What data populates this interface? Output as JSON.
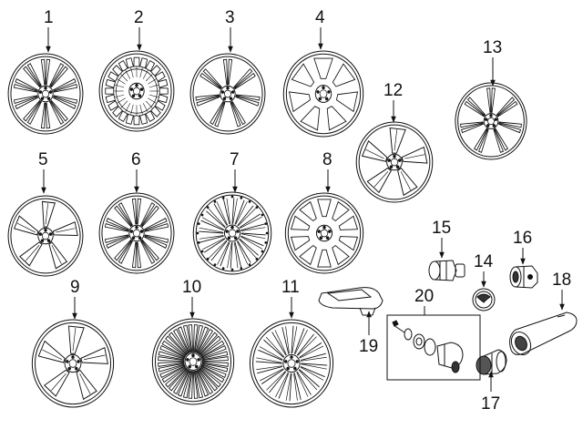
{
  "diagram": {
    "items": [
      {
        "label": "1",
        "part": "wheel"
      },
      {
        "label": "2",
        "part": "wheel"
      },
      {
        "label": "3",
        "part": "wheel"
      },
      {
        "label": "4",
        "part": "wheel"
      },
      {
        "label": "5",
        "part": "wheel"
      },
      {
        "label": "6",
        "part": "wheel"
      },
      {
        "label": "7",
        "part": "wheel"
      },
      {
        "label": "8",
        "part": "wheel"
      },
      {
        "label": "9",
        "part": "wheel"
      },
      {
        "label": "10",
        "part": "wheel"
      },
      {
        "label": "11",
        "part": "wheel"
      },
      {
        "label": "12",
        "part": "wheel"
      },
      {
        "label": "13",
        "part": "wheel"
      },
      {
        "label": "14",
        "part": "center-cap"
      },
      {
        "label": "15",
        "part": "lug-nut"
      },
      {
        "label": "16",
        "part": "lock-nut"
      },
      {
        "label": "17",
        "part": "lock-key"
      },
      {
        "label": "18",
        "part": "lock-key-sleeve"
      },
      {
        "label": "19",
        "part": "tire-pressure-sensor"
      },
      {
        "label": "20",
        "part": "valve-stem-kit"
      }
    ]
  }
}
